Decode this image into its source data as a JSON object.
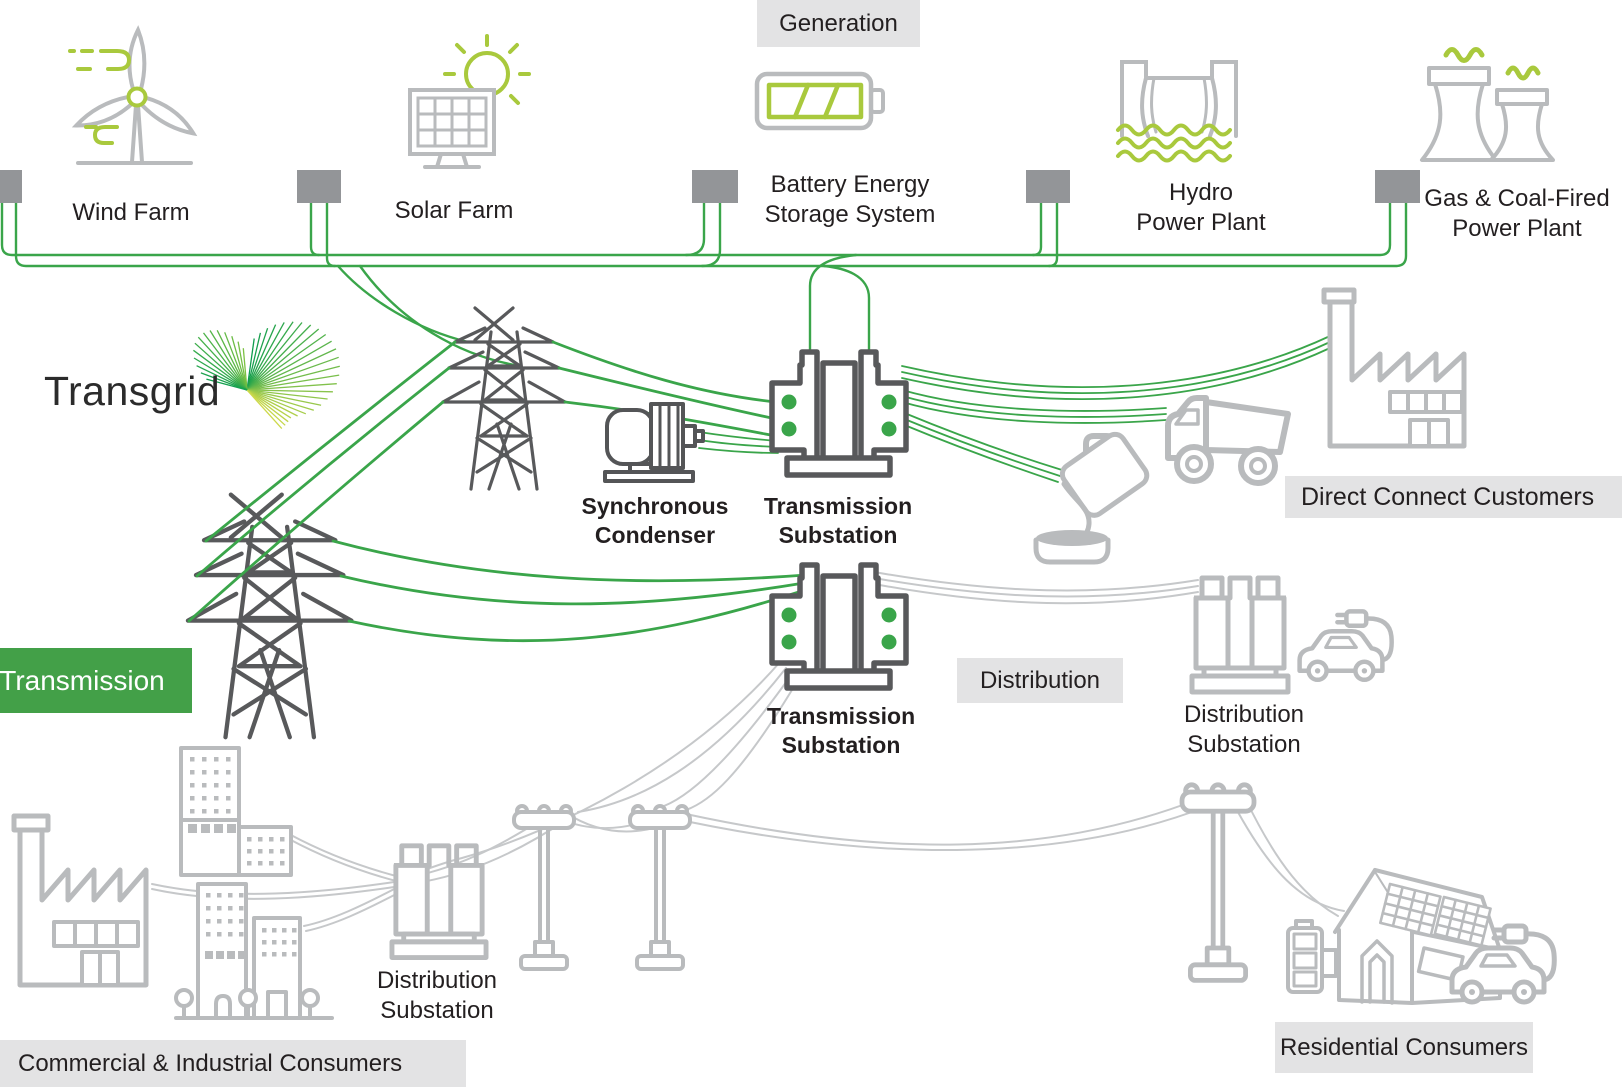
{
  "brand": {
    "wordmark": "Transgrid"
  },
  "badges": {
    "generation": "Generation",
    "transmission": "Transmission",
    "distribution": "Distribution"
  },
  "generation": {
    "wind_farm": "Wind Farm",
    "solar_farm": "Solar Farm",
    "battery_storage": "Battery Energy\nStorage System",
    "hydro_plant": "Hydro\nPower Plant",
    "gas_coal_plant": "Gas & Coal-Fired\nPower Plant"
  },
  "transmission": {
    "synchronous_condenser": "Synchronous\nCondenser",
    "substation_upper": "Transmission\nSubstation",
    "substation_lower": "Transmission\nSubstation"
  },
  "distribution": {
    "substation_right": "Distribution\nSubstation",
    "substation_left": "Distribution\nSubstation"
  },
  "customers": {
    "direct_connect": "Direct Connect Customers",
    "commercial_industrial": "Commercial & Industrial Consumers",
    "residential": "Residential Consumers"
  },
  "colors": {
    "line_green": "#3aa54a",
    "accent_lime": "#a9c93d",
    "icon_gray": "#b9bbbd",
    "wire_gray": "#c6c8ca",
    "structure_gray": "#58595b",
    "connector_gray": "#939598",
    "label_bg": "#e3e3e4",
    "label_text": "#231f20",
    "badge_green_bg": "#43a048",
    "badge_green_text": "#ffffff"
  }
}
